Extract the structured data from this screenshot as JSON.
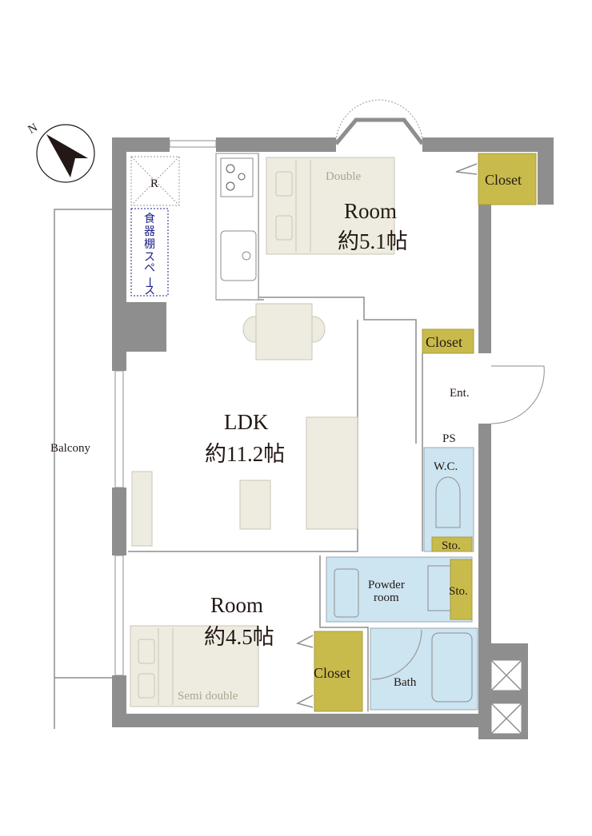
{
  "compass": {
    "label": "N"
  },
  "rooms": {
    "room_top": {
      "name": "Room",
      "size": "約5.1帖",
      "bed": "Double"
    },
    "ldk": {
      "name": "LDK",
      "size": "約11.2帖"
    },
    "room_bottom": {
      "name": "Room",
      "size": "約4.5帖",
      "bed": "Semi double"
    },
    "balcony": "Balcony",
    "closet_top": "Closet",
    "closet_entrance": "Closet",
    "closet_bottom": "Closet",
    "entrance": "Ent.",
    "ps": "PS",
    "wc": "W.C.",
    "storage_wc": "Sto.",
    "powder_line1": "Powder",
    "powder_line2": "room",
    "storage_powder": "Sto.",
    "bath": "Bath",
    "fridge": "R",
    "cupboard_space": [
      "食",
      "器",
      "棚",
      "ス",
      "ペ",
      "ー",
      "ス"
    ]
  },
  "colors": {
    "wall": "#8e8e8e",
    "furniture": "#eeece1",
    "closet": "#c8bb4c",
    "wet_area": "#cde4f1"
  }
}
